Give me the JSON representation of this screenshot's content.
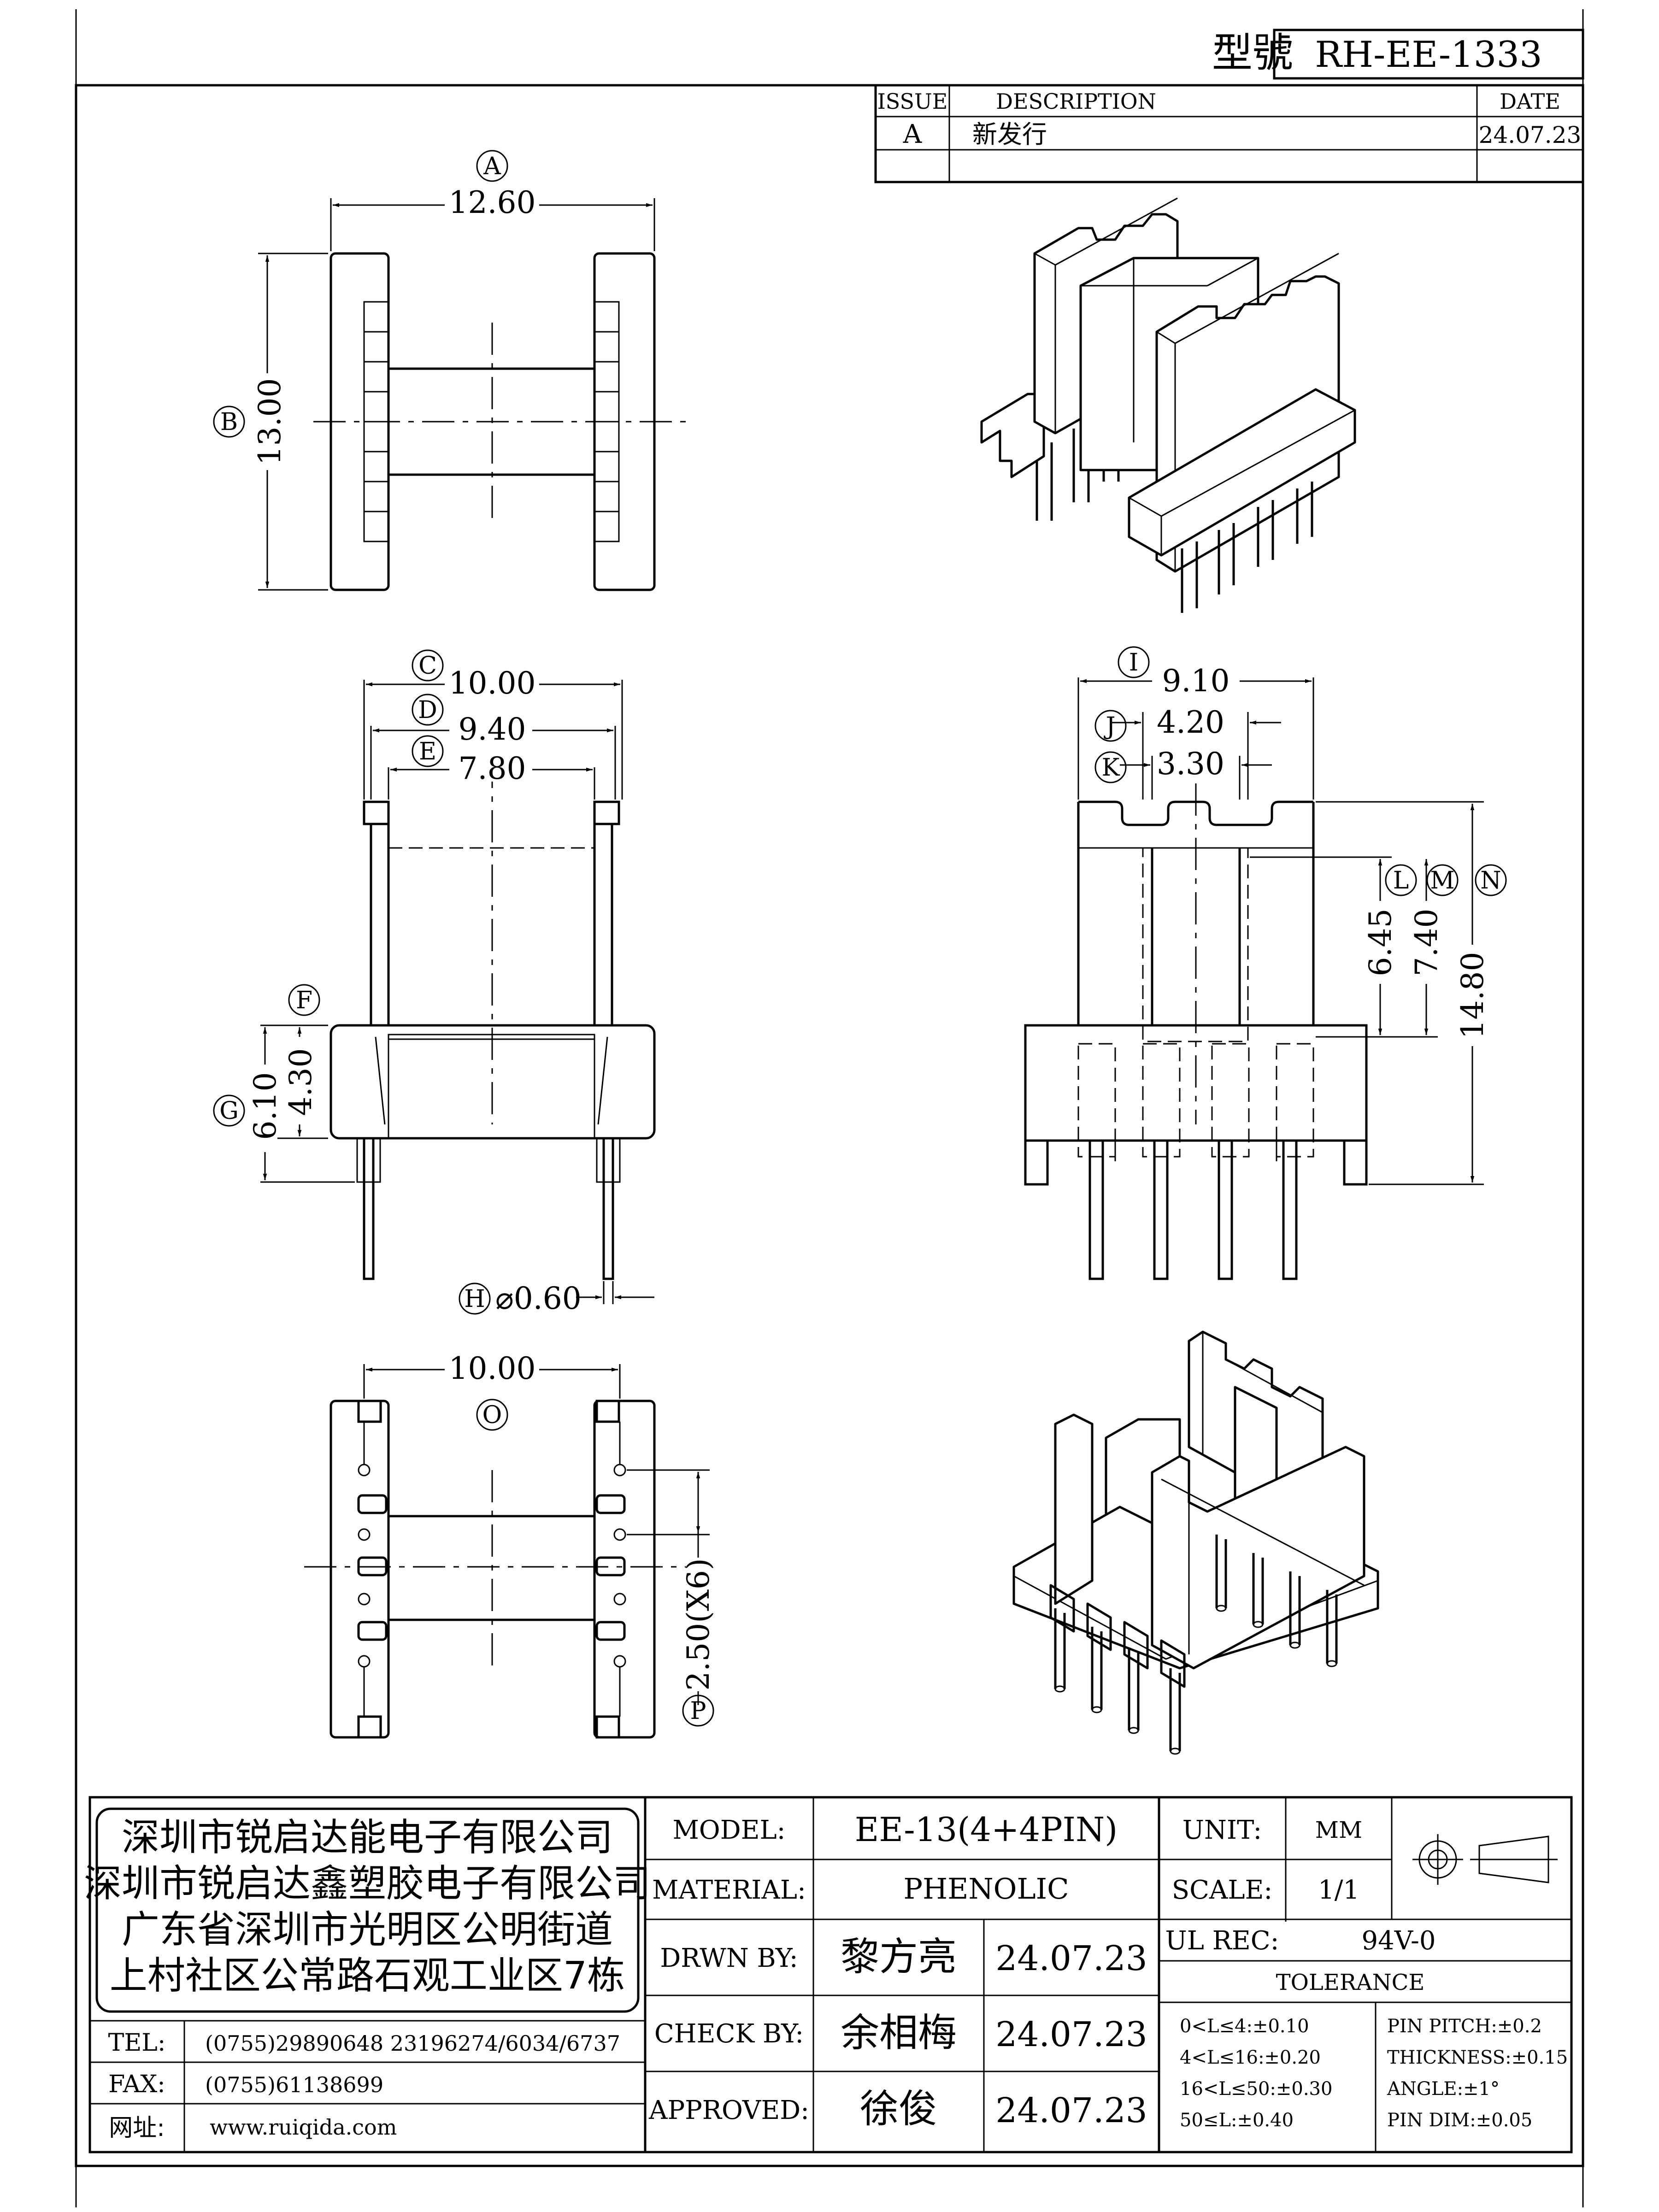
{
  "header": {
    "model_label": "型號",
    "model_number": "RH-EE-1333"
  },
  "revision": {
    "col_issue": "ISSUE",
    "col_description": "DESCRIPTION",
    "col_date": "DATE",
    "rows": [
      {
        "issue": "A",
        "description": "新发行",
        "date": "24.07.23"
      }
    ]
  },
  "dimensions": {
    "A": {
      "tag": "A",
      "value": "12.60"
    },
    "B": {
      "tag": "B",
      "value": "13.00"
    },
    "C": {
      "tag": "C",
      "value": "10.00"
    },
    "D": {
      "tag": "D",
      "value": "9.40"
    },
    "E": {
      "tag": "E",
      "value": "7.80"
    },
    "F": {
      "tag": "F",
      "value": "4.30"
    },
    "G": {
      "tag": "G",
      "value": "6.10"
    },
    "H": {
      "tag": "H",
      "value": "⌀0.60"
    },
    "I": {
      "tag": "I",
      "value": "9.10"
    },
    "J": {
      "tag": "J",
      "value": "4.20"
    },
    "K": {
      "tag": "K",
      "value": "3.30"
    },
    "L": {
      "tag": "L",
      "value": "6.45"
    },
    "M": {
      "tag": "M",
      "value": "7.40"
    },
    "N": {
      "tag": "N",
      "value": "14.80"
    },
    "O": {
      "tag": "O",
      "value": "10.00"
    },
    "P": {
      "tag": "P",
      "value": "2.50(X6)"
    }
  },
  "title_block": {
    "company": [
      "深圳市锐启达能电子有限公司",
      "深圳市锐启达鑫塑胶电子有限公司",
      "广东省深圳市光明区公明街道",
      "上村社区公常路石观工业区7栋"
    ],
    "tel_label": "TEL:",
    "tel_value": "(0755)29890648  23196274/6034/6737",
    "fax_label": "FAX:",
    "fax_value": "(0755)61138699",
    "web_label": "网址:",
    "web_value": "www.ruiqida.com",
    "model_label": "MODEL:",
    "model_value": "EE-13(4+4PIN)",
    "material_label": "MATERIAL:",
    "material_value": "PHENOLIC",
    "drawn_label": "DRWN BY:",
    "drawn_name": "黎方亮",
    "drawn_date": "24.07.23",
    "check_label": "CHECK BY:",
    "check_name": "余相梅",
    "check_date": "24.07.23",
    "approved_label": "APPROVED:",
    "approved_name": "徐俊",
    "approved_date": "24.07.23",
    "unit_label": "UNIT:",
    "unit_value": "MM",
    "scale_label": "SCALE:",
    "scale_value": "1/1",
    "ul_label": "UL REC:",
    "ul_value": "94V-0",
    "tolerance_title": "TOLERANCE",
    "tolerance_left": [
      "0<L≤4:±0.10",
      "4<L≤16:±0.20",
      "16<L≤50:±0.30",
      "50≤L:±0.40"
    ],
    "tolerance_right": [
      "PIN PITCH:±0.2",
      "THICKNESS:±0.15",
      "ANGLE:±1°",
      "PIN DIM:±0.05"
    ]
  }
}
